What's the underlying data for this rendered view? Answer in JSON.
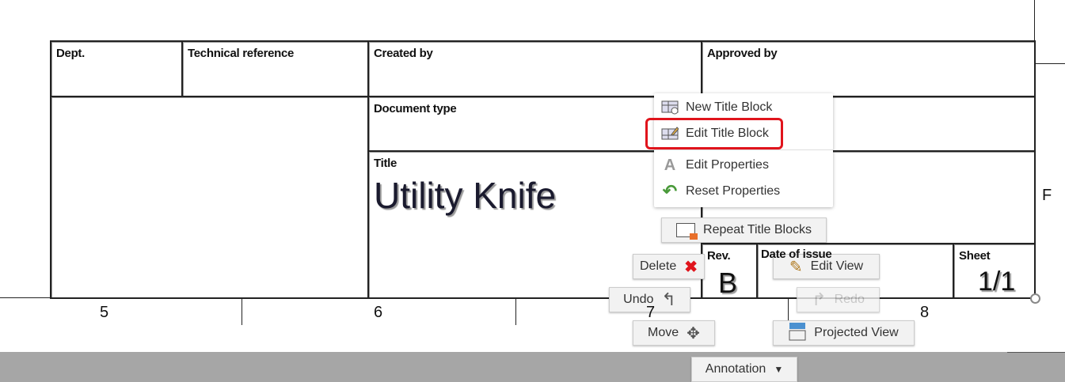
{
  "title_block": {
    "dept": "Dept.",
    "technical_reference": "Technical reference",
    "created_by": "Created by",
    "approved_by": "Approved by",
    "document_type": "Document type",
    "title_label": "Title",
    "title_value": "Utility Knife",
    "rev_label": "Rev.",
    "rev_value": "B",
    "date_label": "Date of issue",
    "sheet_label": "Sheet",
    "sheet_value": "1/1"
  },
  "zones": {
    "col5": "5",
    "col6": "6",
    "col7": "7",
    "col8": "8",
    "row_f": "F"
  },
  "context_menu": {
    "items": [
      {
        "label": "New Title Block",
        "icon": "new-title-block-icon"
      },
      {
        "label": "Edit Title Block",
        "icon": "edit-title-block-icon",
        "highlighted": true
      },
      {
        "label": "Edit Properties",
        "icon": "text-a-icon"
      },
      {
        "label": "Reset Properties",
        "icon": "reset-arrow-icon"
      }
    ]
  },
  "actions": {
    "repeat": "Repeat Title Blocks",
    "delete": "Delete",
    "undo": "Undo",
    "move": "Move",
    "edit_view": "Edit View",
    "redo": "Redo",
    "projected_view": "Projected View",
    "annotation": "Annotation"
  },
  "colors": {
    "highlight": "#e0141c",
    "toolbar": "#a6a6a6"
  }
}
